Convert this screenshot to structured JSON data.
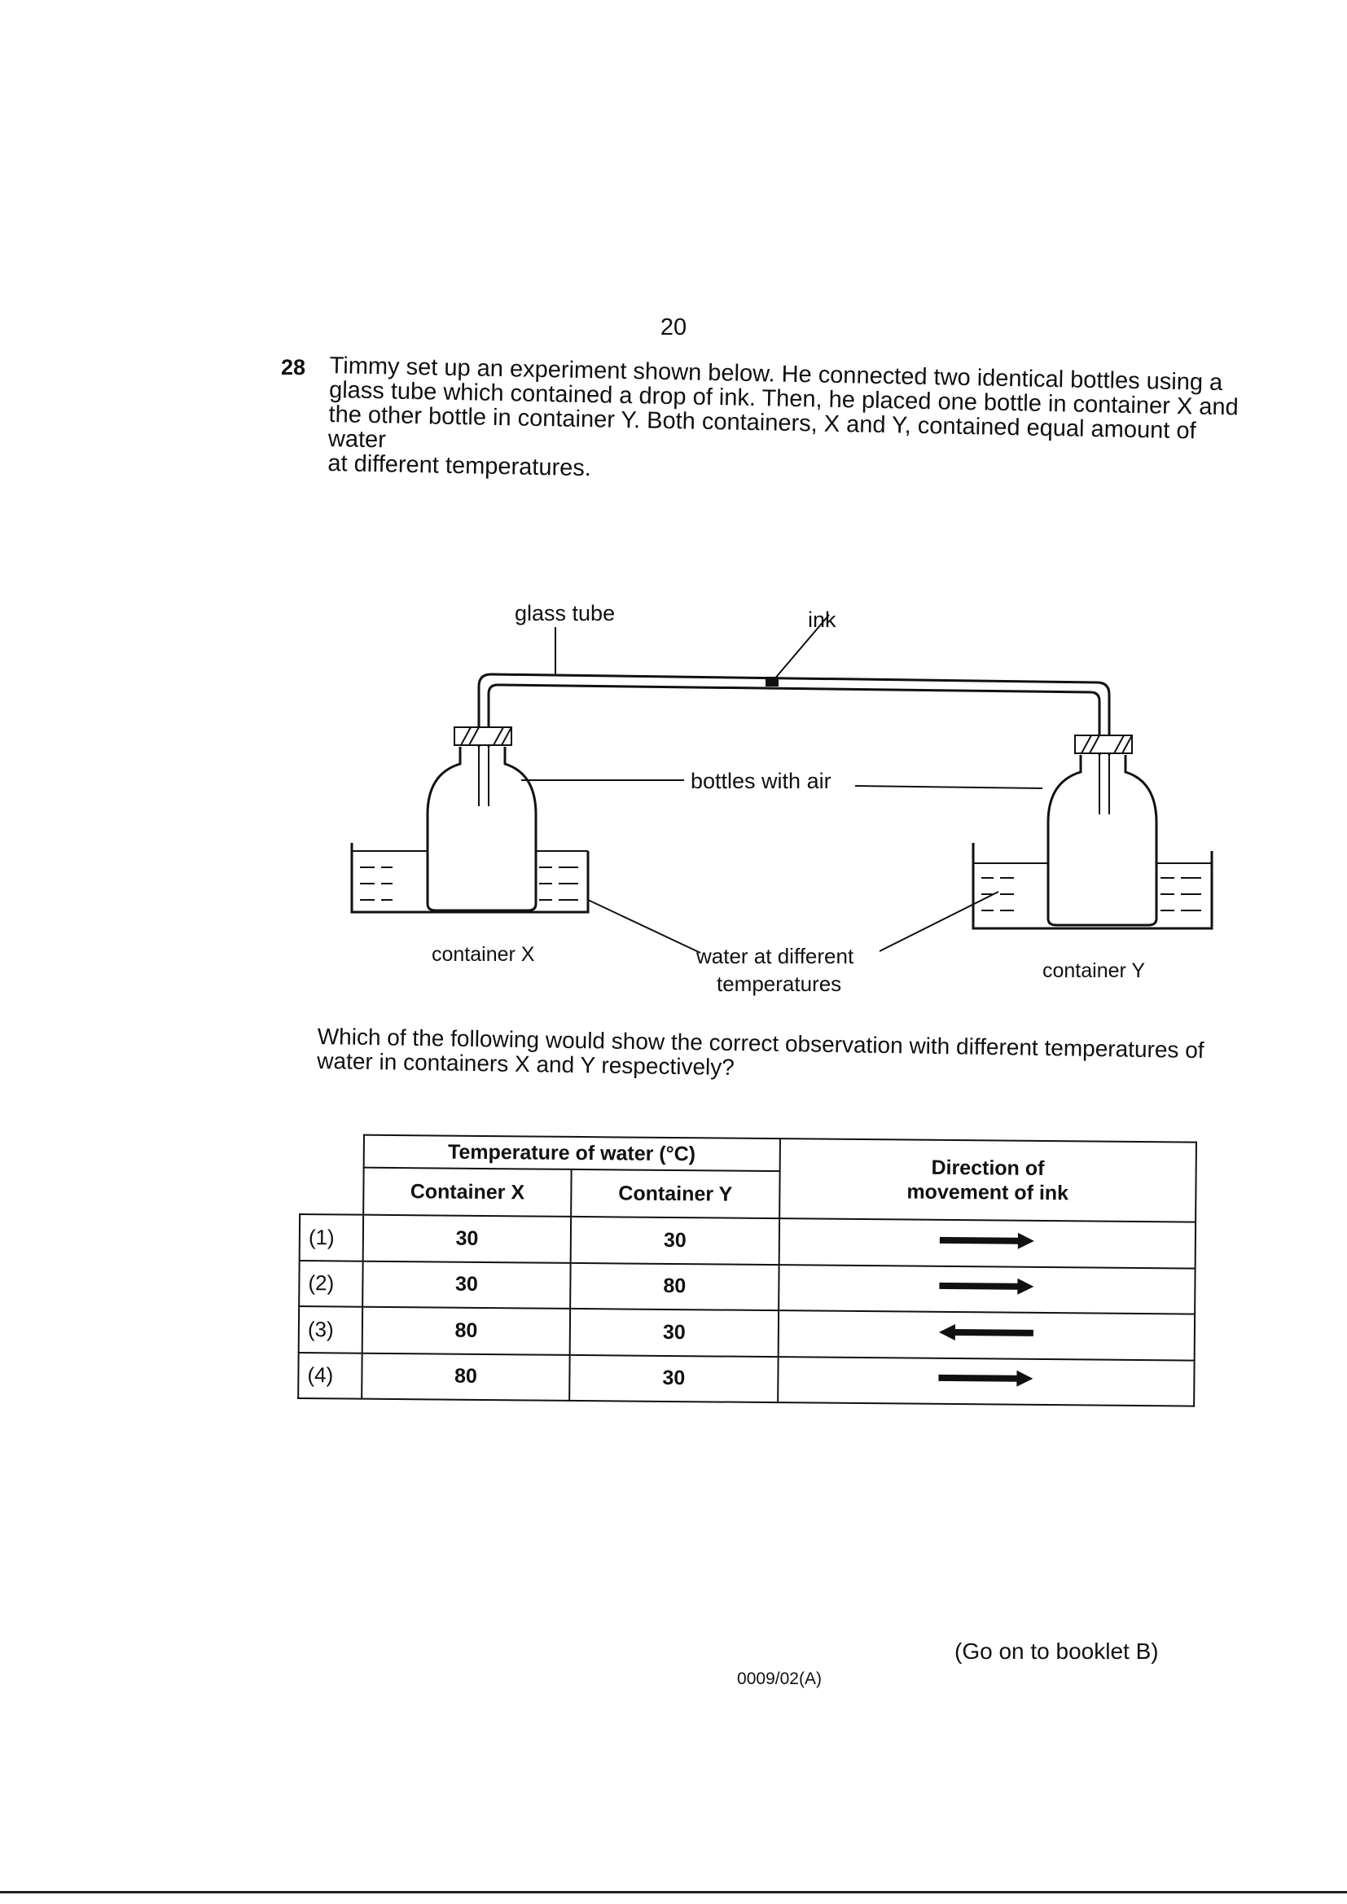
{
  "page": {
    "number": "20",
    "footer_next": "(Go on to booklet B)",
    "footer_code": "0009/02(A)"
  },
  "question": {
    "number": "28",
    "stem_lines": [
      "Timmy set up an experiment shown below. He connected two identical bottles using a",
      "glass tube which contained a drop of ink. Then, he placed one bottle in container X and",
      "the other bottle in container Y. Both containers, X and Y, contained equal amount of water",
      "at different temperatures."
    ],
    "prompt_lines": [
      "Which of the following would show the correct observation with different temperatures of",
      "water in containers X and Y respectively?"
    ]
  },
  "diagram": {
    "labels": {
      "glass_tube": "glass tube",
      "ink": "ink",
      "bottles": "bottles with air",
      "container_x": "container X",
      "container_y": "container Y",
      "water_line1": "water at different",
      "water_line2": "temperatures"
    }
  },
  "table": {
    "header_group": "Temperature of water (°C)",
    "col_x": "Container X",
    "col_y": "Container Y",
    "col_dir": "Direction of movement of ink",
    "rows": [
      {
        "label": "(1)",
        "x": "30",
        "y": "30",
        "direction": "right"
      },
      {
        "label": "(2)",
        "x": "30",
        "y": "80",
        "direction": "right"
      },
      {
        "label": "(3)",
        "x": "80",
        "y": "30",
        "direction": "left"
      },
      {
        "label": "(4)",
        "x": "80",
        "y": "30",
        "direction": "right"
      }
    ]
  },
  "colors": {
    "ink": "#111111",
    "paper": "#ffffff"
  }
}
